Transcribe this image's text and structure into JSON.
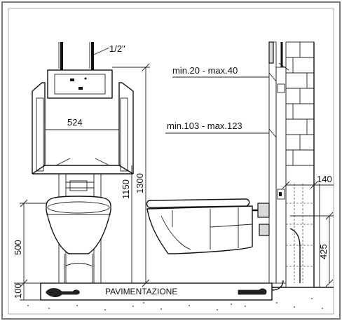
{
  "labels": {
    "pipe_size": "1/2\"",
    "width_524": "524",
    "height_1150": "1150",
    "height_1300": "1300",
    "height_500": "500",
    "floor_100": "100",
    "floor_name": "PAVIMENTAZIONE",
    "wall_min_max_1": "min.20 - max.40",
    "wall_min_max_2": "min.103 - max.123",
    "offset_140": "140",
    "height_425": "425"
  }
}
